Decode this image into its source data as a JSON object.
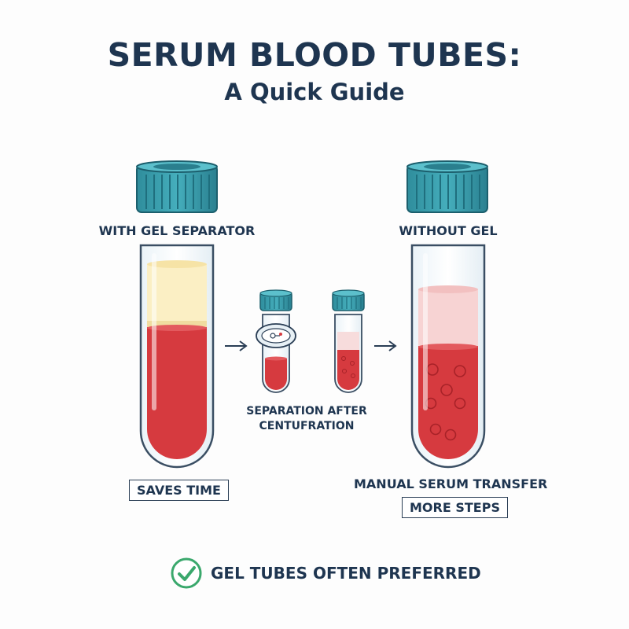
{
  "title": "SERUM BLOOD TUBES:",
  "subtitle": "A Quick Guide",
  "left_tube": {
    "label": "WITH GEL SEPARATOR",
    "badge": "SAVES TIME"
  },
  "center": {
    "caption_line1": "SEPARATION AFTER",
    "caption_line2": "CENTUFRATION"
  },
  "right_tube": {
    "label": "WITHOUT GEL",
    "caption": "MANUAL SERUM TRANSFER",
    "badge": "MORE STEPS"
  },
  "footer": {
    "text": "GEL TUBES OFTEN PREFERRED"
  },
  "colors": {
    "cap": "#3a9fae",
    "cap_dark": "#1f6f7e",
    "blood": "#d63a3f",
    "serum": "#fbefc4",
    "pink_serum": "#f7d3d3",
    "check": "#3aa86c",
    "text": "#1e3550"
  }
}
